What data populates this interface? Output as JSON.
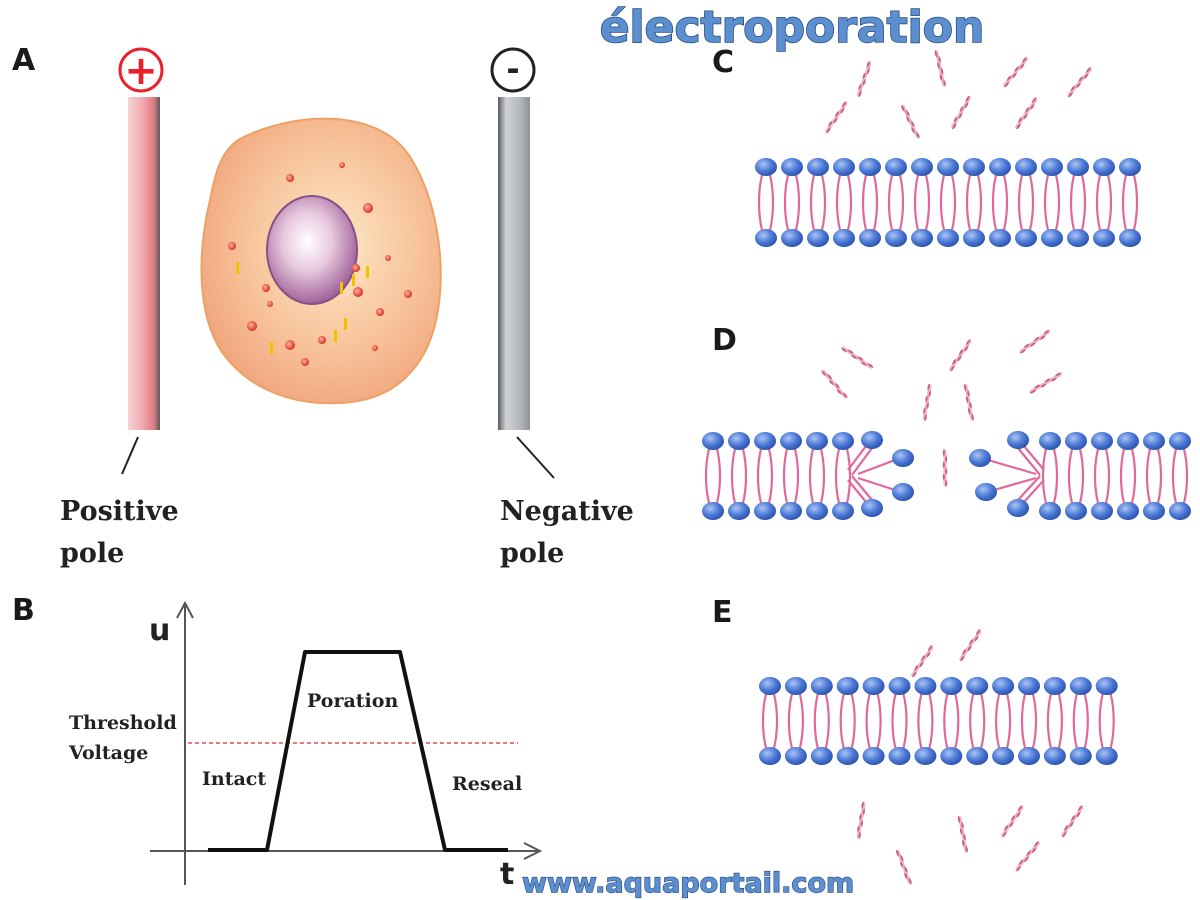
{
  "header": {
    "title": "électroporation"
  },
  "footer": {
    "url": "www.aquaportail.com"
  },
  "panels": {
    "A": {
      "letter": "A",
      "positive_symbol": "+",
      "negative_symbol": "-",
      "positive_label_line1": "Positive",
      "positive_label_line2": "pole",
      "negative_label_line1": "Negative",
      "negative_label_line2": "pole"
    },
    "B": {
      "letter": "B",
      "y_axis": "u",
      "x_axis": "t",
      "threshold_line1": "Threshold",
      "threshold_line2": "Voltage",
      "phase_intact": "Intact",
      "phase_poration": "Poration",
      "phase_reseal": "Reseal"
    },
    "C": {
      "letter": "C"
    },
    "D": {
      "letter": "D"
    },
    "E": {
      "letter": "E"
    }
  },
  "colors": {
    "title_fill": "#5b8fcf",
    "positive_red": "#e8222a",
    "threshold_dash": "#e05050",
    "lipid_head": "#4b79d6",
    "lipid_tail": "#e0689a",
    "dna": "#c9647e",
    "cell_fill": "#f6b98a",
    "nucleus": "#9b5c95"
  },
  "icons": {
    "positive": "plus-circle-icon",
    "negative": "minus-circle-icon"
  }
}
